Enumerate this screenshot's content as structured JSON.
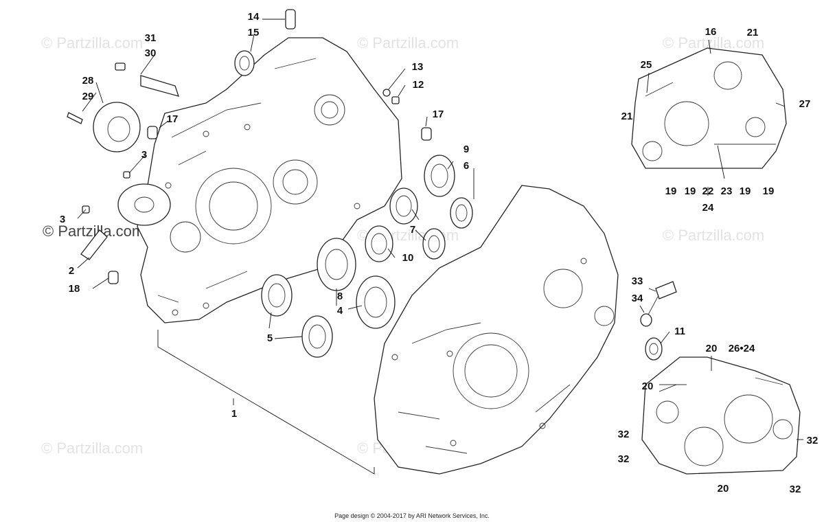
{
  "watermark": {
    "text": "© Partzilla.com",
    "visible_text": "© Partzilla.com"
  },
  "footer": {
    "credit": "Page design © 2004-2017 by ARI Network Services, Inc."
  },
  "callouts": [
    {
      "id": "c1",
      "label": "1"
    },
    {
      "id": "c2",
      "label": "2"
    },
    {
      "id": "c3a",
      "label": "3"
    },
    {
      "id": "c3b",
      "label": "3"
    },
    {
      "id": "c4",
      "label": "4"
    },
    {
      "id": "c5",
      "label": "5"
    },
    {
      "id": "c6",
      "label": "6"
    },
    {
      "id": "c7",
      "label": "7"
    },
    {
      "id": "c8",
      "label": "8"
    },
    {
      "id": "c9",
      "label": "9"
    },
    {
      "id": "c10",
      "label": "10"
    },
    {
      "id": "c11",
      "label": "11"
    },
    {
      "id": "c12",
      "label": "12"
    },
    {
      "id": "c13",
      "label": "13"
    },
    {
      "id": "c14",
      "label": "14"
    },
    {
      "id": "c15",
      "label": "15"
    },
    {
      "id": "c16",
      "label": "16"
    },
    {
      "id": "c17a",
      "label": "17"
    },
    {
      "id": "c17b",
      "label": "17"
    },
    {
      "id": "c18",
      "label": "18"
    },
    {
      "id": "c19a",
      "label": "19"
    },
    {
      "id": "c19b",
      "label": "19"
    },
    {
      "id": "c19c",
      "label": "19"
    },
    {
      "id": "c19d",
      "label": "19"
    },
    {
      "id": "c20a",
      "label": "20"
    },
    {
      "id": "c20b",
      "label": "20"
    },
    {
      "id": "c20c",
      "label": "20"
    },
    {
      "id": "c21a",
      "label": "21"
    },
    {
      "id": "c21b",
      "label": "21"
    },
    {
      "id": "c22",
      "label": "22"
    },
    {
      "id": "c23",
      "label": "23"
    },
    {
      "id": "c24a",
      "label": "24"
    },
    {
      "id": "c24b",
      "label": "26•24"
    },
    {
      "id": "c25",
      "label": "25"
    },
    {
      "id": "c27",
      "label": "27"
    },
    {
      "id": "c28",
      "label": "28"
    },
    {
      "id": "c29",
      "label": "29"
    },
    {
      "id": "c30",
      "label": "30"
    },
    {
      "id": "c31",
      "label": "31"
    },
    {
      "id": "c32a",
      "label": "32"
    },
    {
      "id": "c32b",
      "label": "32"
    },
    {
      "id": "c32c",
      "label": "32"
    },
    {
      "id": "c32d",
      "label": "32"
    },
    {
      "id": "c33",
      "label": "33"
    },
    {
      "id": "c34",
      "label": "34"
    }
  ]
}
